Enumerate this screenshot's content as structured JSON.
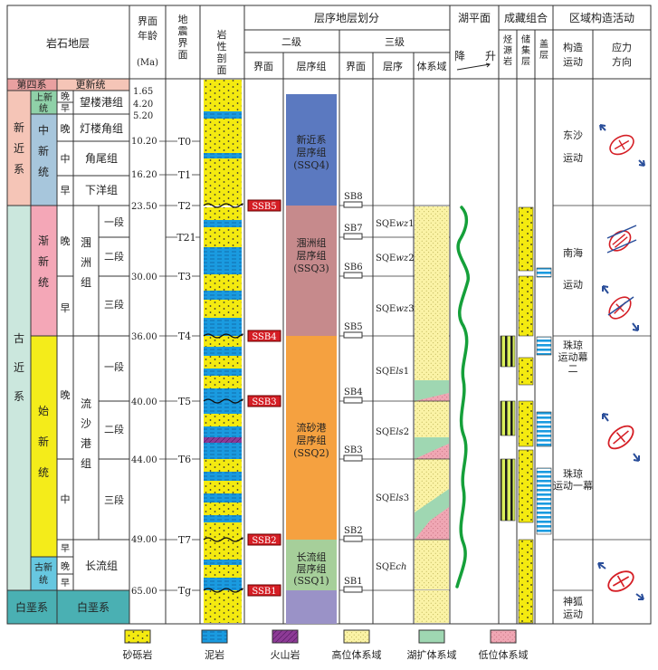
{
  "headers": {
    "strat": "岩石地层",
    "age": [
      "界面",
      "年龄",
      "(Ma)"
    ],
    "seismic": [
      "地",
      "震",
      "界",
      "面"
    ],
    "litho": [
      "岩",
      "性",
      "剖",
      "面"
    ],
    "division": "层序地层划分",
    "level2": "二级",
    "level3": "三级",
    "interface2": "界面",
    "ssg": "层序组",
    "interface3": "界面",
    "seq": "层序",
    "tract": "体系域",
    "lake": "湖平面",
    "fall": "降",
    "rise": "升",
    "combo": "成藏组合",
    "source": [
      "烃",
      "源",
      "岩"
    ],
    "reservoir": [
      "储",
      "集",
      "层"
    ],
    "cap": [
      "盖",
      "层"
    ],
    "regional": "区域构造活动",
    "tectonic": [
      "构造",
      "运动"
    ],
    "stress": [
      "应力",
      "方向"
    ]
  },
  "strat": {
    "quaternary": "第四系",
    "pleistocene": "更新统",
    "neogene": [
      "新",
      "近",
      "系"
    ],
    "upper_tong": [
      "上新",
      "统"
    ],
    "middle_tong": [
      "中",
      "新",
      "统"
    ],
    "paleogene": [
      "古",
      "近",
      "系"
    ],
    "oligocene": [
      "渐",
      "新",
      "统"
    ],
    "eocene": [
      "始",
      "新",
      "统"
    ],
    "paleocene": [
      "古新",
      "统"
    ],
    "late": "晚",
    "early": "早",
    "middle": "中",
    "wanglougang": "望楼港组",
    "denglou": "灯楼角组",
    "jiaowei": "角尾组",
    "xiayang": "下洋组",
    "weizhou": [
      "涠",
      "洲",
      "组"
    ],
    "liushagang": [
      "流",
      "沙",
      "港",
      "组"
    ],
    "changliu": "长流组",
    "duan1": "一段",
    "duan2": "二段",
    "duan3": "三段",
    "cretaceous": "白垩系"
  },
  "ages": [
    "1.65",
    "4.20",
    "5.20",
    "10.20",
    "16.20",
    "23.50",
    "30.00",
    "36.00",
    "40.00",
    "44.00",
    "49.00",
    "65.00"
  ],
  "seismic": [
    "T0",
    "T1",
    "T2",
    "T21",
    "T3",
    "T4",
    "T5",
    "T6",
    "T7",
    "Tg"
  ],
  "ssb": [
    "SSB5",
    "SSB4",
    "SSB3",
    "SSB2",
    "SSB1"
  ],
  "ssg": {
    "ssq4": [
      "新近系",
      "层序组",
      "(SSQ4)"
    ],
    "ssq3": [
      "涠洲组",
      "层序组",
      "(SSQ3)"
    ],
    "ssq2": [
      "流砂港",
      "层序组",
      "(SSQ2)"
    ],
    "ssq1": [
      "长流组",
      "层序组",
      "(SSQ1)"
    ]
  },
  "sb": [
    "SB8",
    "SB7",
    "SB6",
    "SB5",
    "SB4",
    "SB3",
    "SB2",
    "SB1"
  ],
  "seqs": [
    {
      "pre": "SQE",
      "it": "wz",
      "post": "1"
    },
    {
      "pre": "SQE",
      "it": "wz",
      "post": "2"
    },
    {
      "pre": "SQE",
      "it": "wz",
      "post": "3"
    },
    {
      "pre": "SQE",
      "it": "ls",
      "post": "1"
    },
    {
      "pre": "SQE",
      "it": "ls",
      "post": "2"
    },
    {
      "pre": "SQE",
      "it": "ls",
      "post": "3"
    },
    {
      "pre": "SQE",
      "it": "ch",
      "post": ""
    }
  ],
  "tectonics": {
    "dongsha": [
      "东沙",
      "运动"
    ],
    "nanhai": [
      "南海",
      "运动"
    ],
    "zhuqiong2": [
      "珠琼",
      "运动幕",
      "二"
    ],
    "zhuqiong1": [
      "珠琼",
      "运动一幕"
    ],
    "shenhu": [
      "神狐",
      "运动"
    ]
  },
  "legend": [
    "砂砾岩",
    "泥岩",
    "火山岩",
    "高位体系域",
    "湖扩体系域",
    "低位体系域"
  ],
  "colors": {
    "quaternary": "#e9a0a0",
    "neogene": "#f5c5b7",
    "upper_tong": "#8fd1a8",
    "middle_tong": "#a7c6dc",
    "paleogene": "#cbe7dd",
    "oligocene": "#f4a7b7",
    "eocene": "#f4ec1a",
    "paleocene": "#67c7e0",
    "cretaceous": "#4ab0b3",
    "ssq4": "#5b79c0",
    "ssq3": "#c68a8c",
    "ssq2": "#f5a140",
    "ssq1": "#a6cf9a",
    "ssq0": "#9a92c7",
    "ssb": "#d51e25",
    "sand": "#f4ea10",
    "mud": "#1a9be0",
    "volcanic": "#8d3b96",
    "high_stand": "#fbf3a6",
    "lake_exp": "#9fd7b2",
    "low_stand": "#f0a7b4",
    "curve": "#15a03a"
  }
}
